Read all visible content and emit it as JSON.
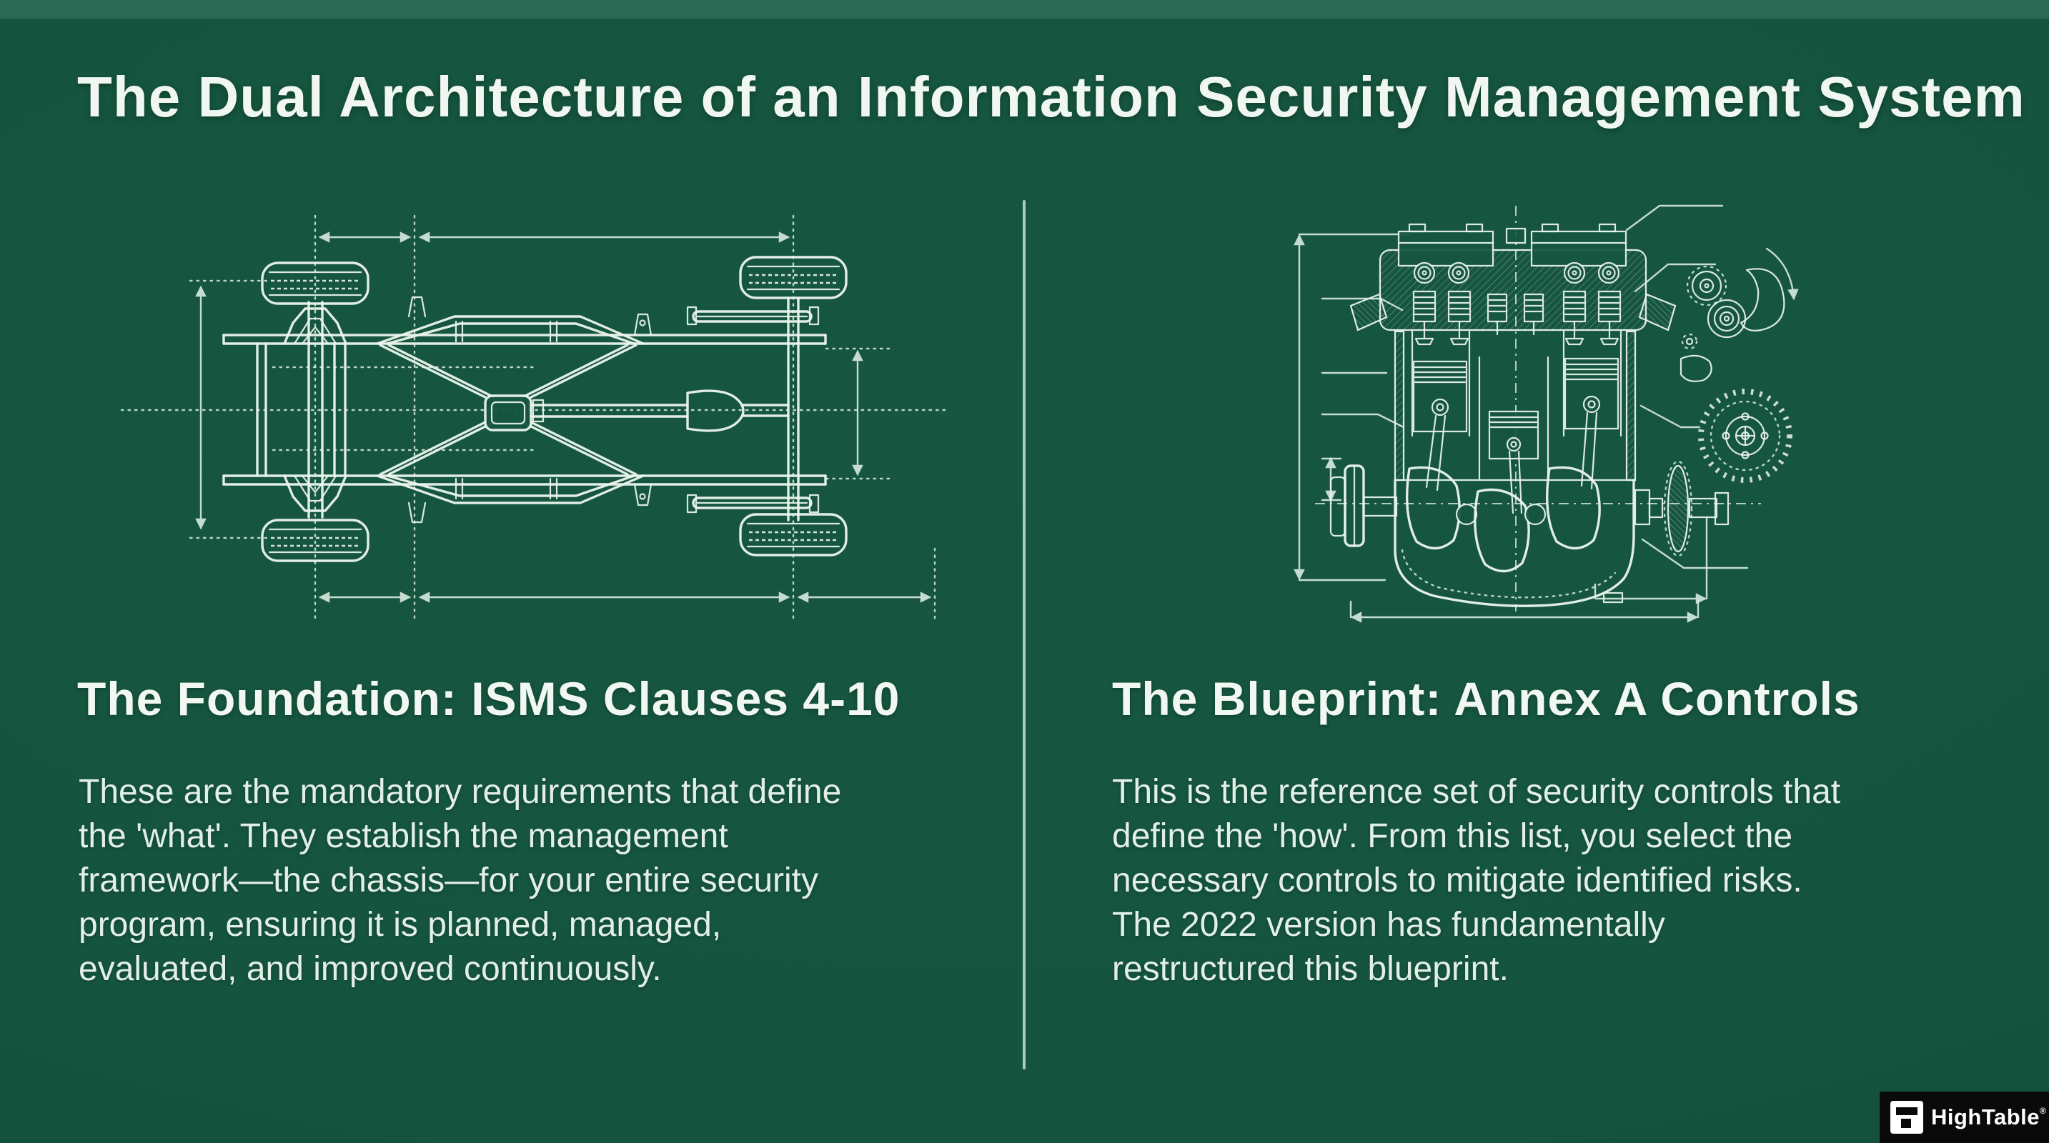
{
  "title": "The Dual Architecture of an Information Security Management System",
  "columns": [
    {
      "heading": "The Foundation: ISMS Clauses 4-10",
      "illustration": "car-chassis-top-view-blueprint",
      "body_lines": [
        "These are the mandatory requirements that define",
        "the 'what'. They establish the management",
        "framework—the chassis—for your entire security",
        "program, ensuring it is planned, managed,",
        "evaluated, and improved continuously."
      ]
    },
    {
      "heading": "The Blueprint: Annex A Controls",
      "illustration": "engine-cross-section-blueprint",
      "body_lines": [
        "This is the reference set of security controls that",
        "define the 'how'. From this list, you select the",
        "necessary controls to mitigate identified risks.",
        "The 2022 version has fundamentally",
        "restructured this blueprint."
      ]
    }
  ],
  "colors": {
    "background": "#15543F",
    "top_strip": "#2C6C55",
    "blueprint_line": "#ECF5EE",
    "heading_text": "#F1F8F2",
    "body_text": "#E2EFE7",
    "divider": "#C8E0D3"
  },
  "logo": {
    "text": "HighTable",
    "registered_mark": "®",
    "background": "#0A0A0A",
    "text_color": "#FFFFFF"
  }
}
